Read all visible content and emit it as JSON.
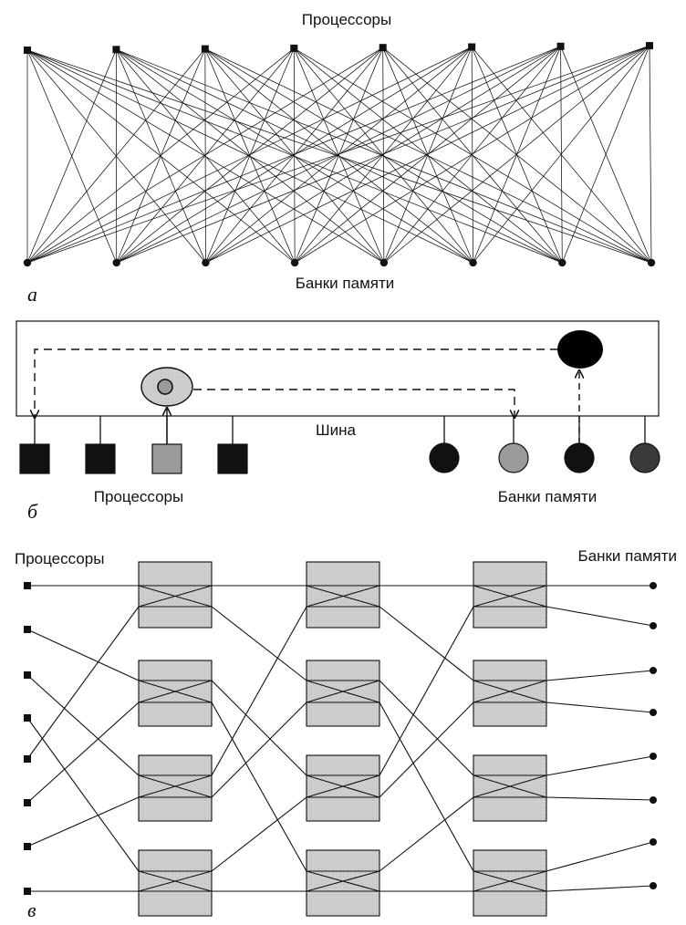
{
  "panel_a": {
    "letter": "а",
    "processors_label": "Процессоры",
    "memory_label": "Банки памяти",
    "processor_count": 8,
    "memory_count": 8
  },
  "panel_b": {
    "letter": "б",
    "bus_label": "Шина",
    "processors_label": "Процессоры",
    "memory_label": "Банки памяти",
    "processor_count": 4,
    "memory_count": 4,
    "active_processor": 3,
    "active_memory": 2
  },
  "panel_c": {
    "letter": "в",
    "processors_label": "Процессоры",
    "memory_label": "Банки памяти",
    "processor_count": 8,
    "memory_count": 8,
    "stages": 3,
    "switches_per_stage": 4
  },
  "colors": {
    "ink": "#111111",
    "switch_fill": "#d2d2d2",
    "active_fill": "#9a9a9a"
  }
}
